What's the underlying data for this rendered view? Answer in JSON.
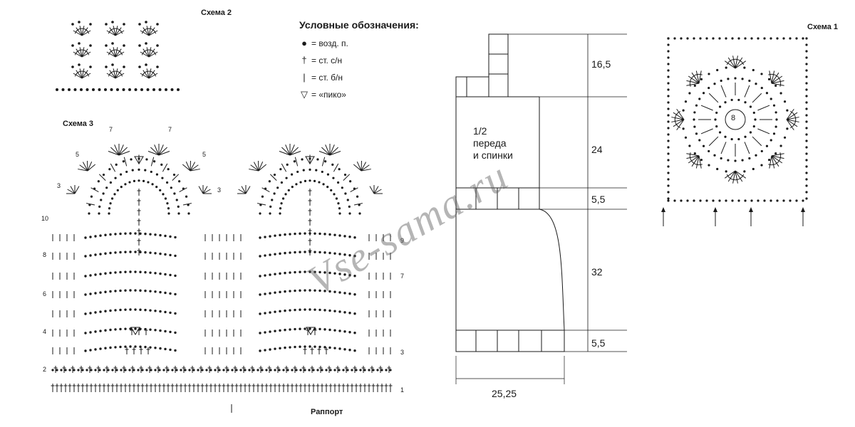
{
  "scheme2": {
    "title": "Схема 2"
  },
  "scheme3": {
    "title": "Схема 3",
    "rapport": "Раппорт",
    "row_numbers_left": [
      "10",
      "8",
      "6",
      "4",
      "2"
    ],
    "row_numbers_right": [
      "9",
      "7",
      "3",
      "1"
    ],
    "petal_numbers": [
      "7",
      "7",
      "5",
      "5",
      "3",
      "3"
    ]
  },
  "scheme1": {
    "title": "Схема 1",
    "center": "8"
  },
  "legend": {
    "title": "Условные обозначения:",
    "items": [
      {
        "symbol": "●",
        "icon": "dot-icon",
        "text": "= возд. п."
      },
      {
        "symbol": "†",
        "icon": "cross-stitch-icon",
        "text": "= ст. с/н"
      },
      {
        "symbol": "|",
        "icon": "bar-stitch-icon",
        "text": "= ст. б/н"
      },
      {
        "symbol": "▽",
        "icon": "picot-icon",
        "text": "= «пико»"
      }
    ]
  },
  "pattern": {
    "label_lines": [
      "1/2",
      "переда",
      "и спинки"
    ],
    "dims": {
      "top": "16,5",
      "mid": "24",
      "band_upper": "5,5",
      "lower": "32",
      "band_lower": "5,5",
      "width": "25,25"
    }
  },
  "watermark": "Vse-sama.ru"
}
